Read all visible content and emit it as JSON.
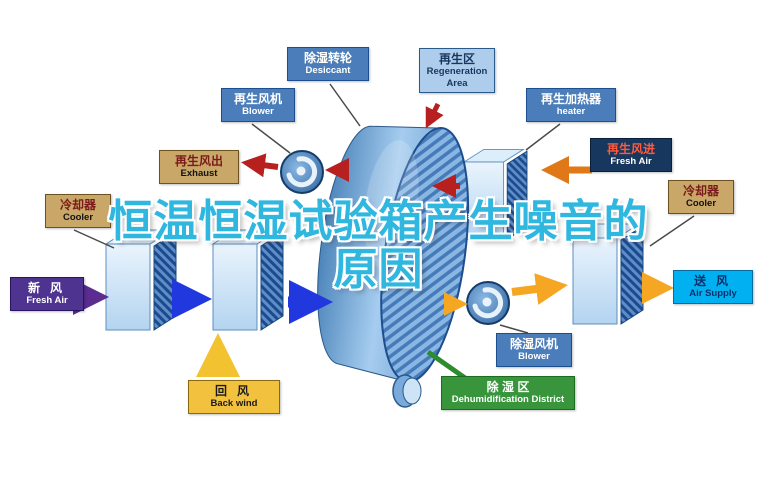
{
  "title": {
    "line1": "恒温恒湿试验箱产生噪音的",
    "line2": "原因"
  },
  "labels": {
    "desiccant_wheel": {
      "zh": "除湿转轮",
      "en": "Desiccant"
    },
    "regeneration_area": {
      "zh": "再生区",
      "en": "Regeneration Area"
    },
    "regen_blower": {
      "zh": "再生风机",
      "en": "Blower"
    },
    "regen_heater": {
      "zh": "再生加热器",
      "en": "heater"
    },
    "exhaust": {
      "zh": "再生风出",
      "en": "Exhaust"
    },
    "regen_fresh_air": {
      "zh": "再生风进",
      "en": "Fresh Air"
    },
    "cooler_left": {
      "zh": "冷却器",
      "en": "Cooler"
    },
    "cooler_right": {
      "zh": "冷却器",
      "en": "Cooler"
    },
    "fresh_air": {
      "zh": "新风",
      "en": "Fresh Air"
    },
    "air_supply": {
      "zh": "送风",
      "en": "Air Supply"
    },
    "back_wind": {
      "zh": "回风",
      "en": "Back wind"
    },
    "dehumid_blower": {
      "zh": "除湿风机",
      "en": "Blower"
    },
    "dehumid_district": {
      "zh": "除 湿 区",
      "en": "Dehumidification District"
    }
  },
  "palette": {
    "title_fill": "#2fb7e0",
    "title_outline": "#ffffff",
    "process_air_arrow": "#2038dd",
    "regen_air_arrow": "#b82020",
    "supply_air_arrow": "#f5a623",
    "return_air_arrow": "#f2c230",
    "fresh_air_arrow": "#5b2d91",
    "regen_in_arrow": "#e07818",
    "label_blue": "#4a7db9",
    "label_light_blue": "#aecdec",
    "label_tan": "#c9a768",
    "label_navy": "#17375e",
    "label_purple": "#4f3390",
    "label_cyan": "#00b0f0",
    "label_gold": "#f2c23e",
    "label_green": "#38953c",
    "rotor_blue": "#4d85ba"
  }
}
